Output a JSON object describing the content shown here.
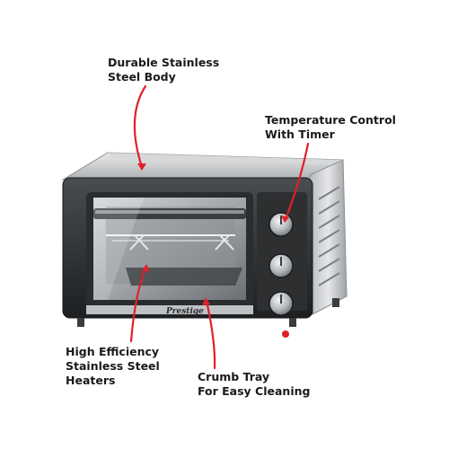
{
  "callouts": {
    "body": {
      "line1": "Durable Stainless",
      "line2": "Steel Body"
    },
    "temp": {
      "line1": "Temperature Control",
      "line2": "With Timer"
    },
    "heater": {
      "line1": "High Efficiency",
      "line2": "Stainless Steel",
      "line3": "Heaters"
    },
    "crumb": {
      "line1": "Crumb Tray",
      "line2": "For Easy Cleaning"
    }
  },
  "brand": "Prestige",
  "colors": {
    "accent_red": "#e0202a",
    "steel": "#c9cbcd",
    "dark_panel": "#2d2f31",
    "text": "#1a1a1a"
  },
  "icons": [
    "oven-product-image",
    "pointer-arrow",
    "control-knob",
    "power-indicator-light"
  ]
}
